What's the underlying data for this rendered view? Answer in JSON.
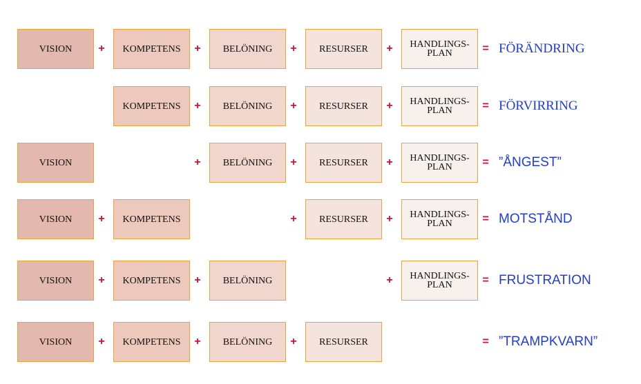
{
  "labels": {
    "vision": "VISION",
    "kompetens": "KOMPETENS",
    "beloning": "BELÖNING",
    "resurser": "RESURSER",
    "handlingsplan": "HANDLINGS-\nPLAN"
  },
  "operators": {
    "plus": "+",
    "equals": "="
  },
  "colors": {
    "vision": "#e3b8ae",
    "kompetens": "#edc9bd",
    "beloning": "#f1d6cd",
    "resurser": "#f5e3dd",
    "handlingsplan": "#f8f0ec",
    "border": "#f0a23a",
    "operator": "#d0102c",
    "result": "#1f3be0"
  },
  "rows": [
    {
      "present": [
        true,
        true,
        true,
        true,
        true
      ],
      "plus": [
        true,
        true,
        true,
        true
      ],
      "result": "FÖRÄNDRING"
    },
    {
      "present": [
        false,
        true,
        true,
        true,
        true
      ],
      "plus": [
        false,
        true,
        true,
        true
      ],
      "result": "FÖRVIRRING"
    },
    {
      "present": [
        true,
        false,
        true,
        true,
        true
      ],
      "plus": [
        false,
        true,
        true,
        true
      ],
      "result": "”ÅNGEST”"
    },
    {
      "present": [
        true,
        true,
        false,
        true,
        true
      ],
      "plus": [
        true,
        false,
        true,
        true
      ],
      "result": "MOTSTÅND"
    },
    {
      "present": [
        true,
        true,
        true,
        false,
        true
      ],
      "plus": [
        true,
        true,
        false,
        true
      ],
      "result": "FRUSTRATION"
    },
    {
      "present": [
        true,
        true,
        true,
        true,
        false
      ],
      "plus": [
        true,
        true,
        true,
        false
      ],
      "result": "”TRAMPKVARN”"
    }
  ]
}
